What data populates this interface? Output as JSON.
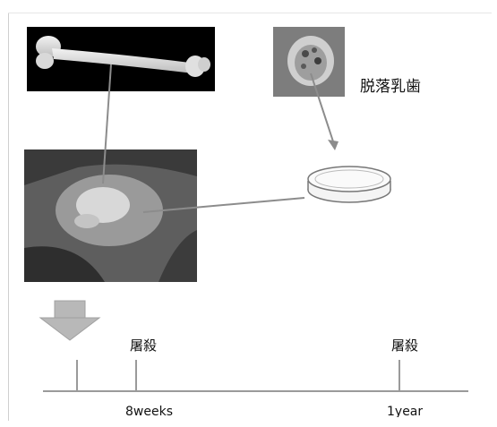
{
  "labels": {
    "shed_tooth": "脱落乳歯",
    "sacrifice_1": "屠殺",
    "sacrifice_2": "屠殺",
    "tick_8weeks": "8weeks",
    "tick_1year": "1year"
  },
  "colors": {
    "connector": "#8c8c8c",
    "timeline": "#9a9a9a",
    "arrow_fill": "#b8b8b8"
  },
  "icons": {
    "petri_dish": "petri-dish-icon",
    "down_arrow": "down-arrow-icon"
  }
}
